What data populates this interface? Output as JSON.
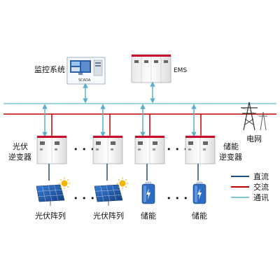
{
  "colors": {
    "dc": "#1f4e8c",
    "ac": "#c00000",
    "comm": "#7ec4d6",
    "arrow": "#5bb0c9",
    "cabinet_edge": "#999999",
    "cabinet_stripe": "#c8102e",
    "panel_blue": "#1f5fb3",
    "sun": "#f5b400",
    "battery": "#2d6cc0"
  },
  "top": {
    "monitor": {
      "label": "监控系统",
      "screen_label": "SCADA"
    },
    "ems": {
      "label": "EMS"
    }
  },
  "grid": {
    "label": "电网"
  },
  "inverters": {
    "pv_label_line1": "光伏",
    "pv_label_line2": "逆变器",
    "storage_label_line1": "储能",
    "storage_label_line2": "逆变器"
  },
  "dots": "• • •",
  "sources": [
    {
      "kind": "pv",
      "label": "光伏阵列"
    },
    {
      "kind": "pv",
      "label": "光伏阵列"
    },
    {
      "kind": "storage",
      "label": "储能"
    },
    {
      "kind": "storage",
      "label": "储能"
    }
  ],
  "legend": [
    {
      "label": "直流",
      "color_key": "dc"
    },
    {
      "label": "交流",
      "color_key": "ac"
    },
    {
      "label": "通讯",
      "color_key": "comm"
    }
  ]
}
